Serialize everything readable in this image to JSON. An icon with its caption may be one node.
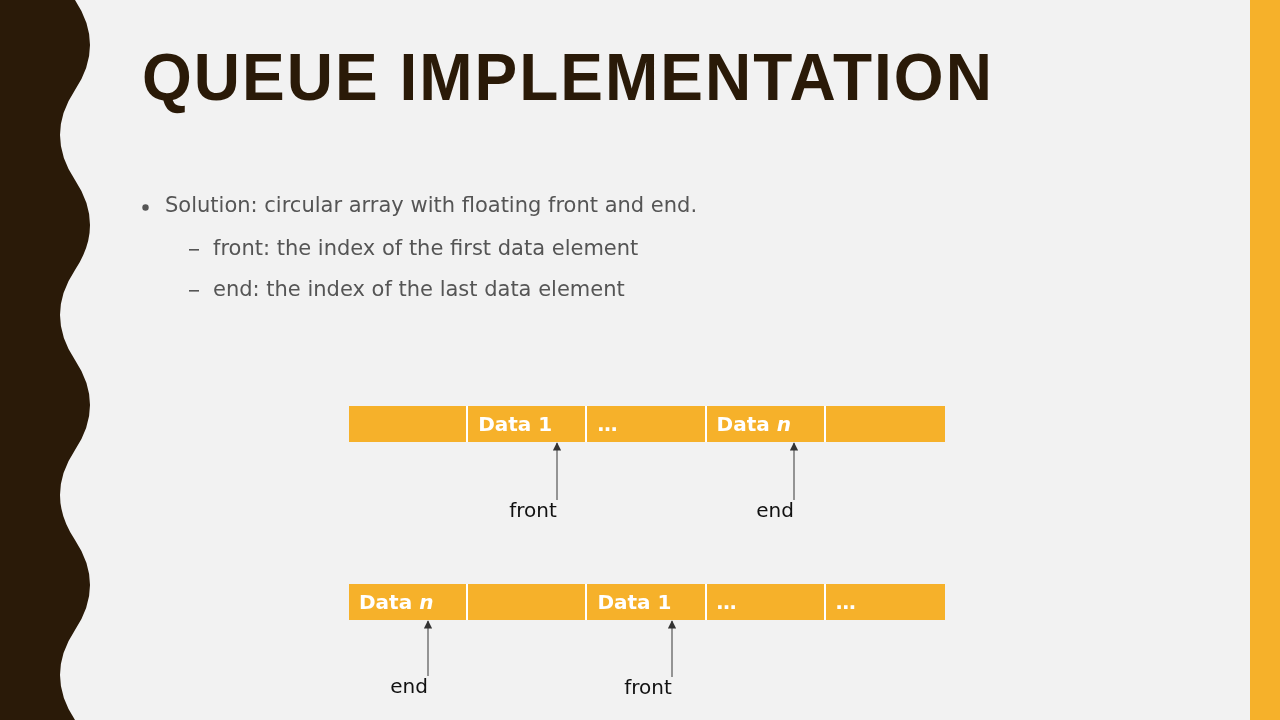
{
  "diagram": {
    "title": "QUEUE IMPLEMENTATION",
    "nodes": [
      {
        "text": [],
        "shape": "box"
      },
      {
        "text": [
          "Data 1"
        ]
      },
      {
        "text": [
          "…"
        ]
      },
      {
        "text": [
          "Data *n*"
        ]
      },
      {
        "text": [],
        "shape": "box"
      },
      {
        "text": [
          "front"
        ]
      },
      {
        "text": [
          "end"
        ]
      },
      {
        "text": [
          "Data *n*"
        ]
      },
      {
        "text": [],
        "shape": "box"
      },
      {
        "text": [
          "Data 1"
        ]
      },
      {
        "text": [
          "…"
        ]
      },
      {
        "text": [
          "…"
        ]
      },
      {
        "text": [
          "end"
        ]
      },
      {
        "text": [
          "front"
        ]
      }
    ],
    "edges": [
      {
        "from": 5,
        "to": 1,
        "arrow": "to"
      },
      {
        "from": 6,
        "to": 3,
        "arrow": "to"
      },
      {
        "from": 12,
        "to": 7,
        "arrow": "to"
      },
      {
        "from": 13,
        "to": 9,
        "arrow": "to"
      }
    ],
    "labels": [
      "Solution: circular array with floating front and end.",
      "front: the index of the first data element",
      "end: the index of the last data element"
    ]
  }
}
